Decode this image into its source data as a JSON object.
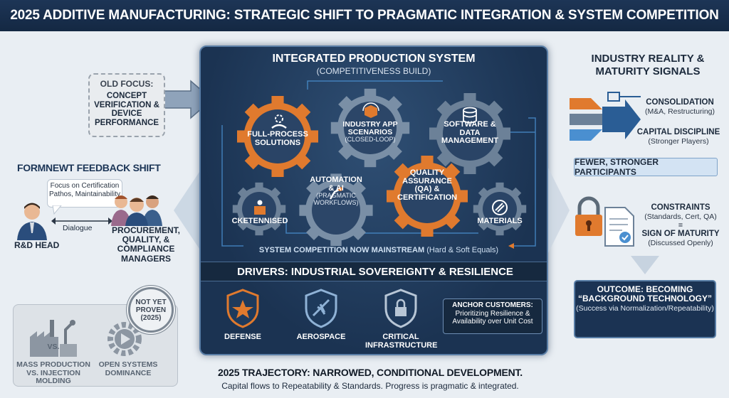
{
  "header": {
    "title": "2025 ADDITIVE MANUFACTURING: STRATEGIC SHIFT TO PRAGMATIC INTEGRATION & SYSTEM COMPETITION"
  },
  "center": {
    "title": "INTEGRATED PRODUCTION SYSTEM",
    "subtitle": "(COMPETITIVENESS BUILD)",
    "gears": {
      "full_process": "FULL-PROCESS SOLUTIONS",
      "industry_app": "INDUSTRY APP SCENARIOS",
      "industry_app_sub": "(CLOSED-LOOP)",
      "software": "SOFTWARE & DATA MANAGEMENT",
      "cketennised": "CKETENNISED",
      "automation": "AUTOMATION & AI",
      "automation_sub": "(PRAGMATIC WORKFLOWS)",
      "quality": "QUALITY ASSURANCE (QA) & CERTIFICATION",
      "materials": "MATERIALS"
    },
    "system_competition": "SYSTEM COMPETITION NOW MAINSTREAM",
    "system_competition_note": "(Hard & Soft Equals)",
    "drivers_title": "DRIVERS: INDUSTRIAL SOVEREIGNTY & RESILIENCE",
    "drivers": {
      "defense": "DEFENSE",
      "aerospace": "AEROSPACE",
      "critical": "CRITICAL INFRASTRUCTURE"
    },
    "anchor_title": "ANCHOR CUSTOMERS:",
    "anchor_text": "Prioritizing Resilience & Availability over Unit Cost"
  },
  "left": {
    "old_focus_title": "OLD FOCUS:",
    "old_focus_text": "CONCEPT VERIFICATION & DEVICE PERFORMANCE",
    "feedback_title": "FORMNEWT FEEDBACK SHIFT",
    "bubble": "Focus on Certification Pathos, Maintainability",
    "dialogue": "Dialogue",
    "rd_head": "R&D HEAD",
    "procurement": "PROCUREMENT, QUALITY, & COMPLIANCE MANAGERS",
    "not_yet": "NOT YET PROVEN (2025)",
    "mass_production": "MASS PRODUCTION VS. INJECTION MOLDING",
    "vs_label": "VS.",
    "open_systems": "OPEN SYSTEMS DOMINANCE"
  },
  "right": {
    "title": "INDUSTRY REALITY & MATURITY SIGNALS",
    "consolidation": "CONSOLIDATION",
    "consolidation_sub": "(M&A, Restructuring)",
    "capital": "CAPITAL DISCIPLINE",
    "capital_sub": "(Stronger Players)",
    "fewer": "FEWER, STRONGER PARTICIPANTS",
    "constraints": "CONSTRAINTS",
    "constraints_sub": "(Standards, Cert, QA)",
    "equals": "=",
    "sign": "SIGN OF MATURITY",
    "sign_sub": "(Discussed Openly)",
    "outcome_title": "OUTCOME: BECOMING “BACKGROUND TECHNOLOGY”",
    "outcome_sub": "(Success via Normalization/Repeatability)"
  },
  "bottom": {
    "trajectory": "2025 TRAJECTORY: NARROWED, CONDITIONAL DEVELOPMENT.",
    "trajectory_sub": "Capital flows to Repeatability & Standards. Progress is pragmatic & integrated."
  },
  "colors": {
    "navy": "#1b3352",
    "orange": "#e07a2e",
    "steel": "#6c8198",
    "accent_blue": "#3f8fd6"
  }
}
